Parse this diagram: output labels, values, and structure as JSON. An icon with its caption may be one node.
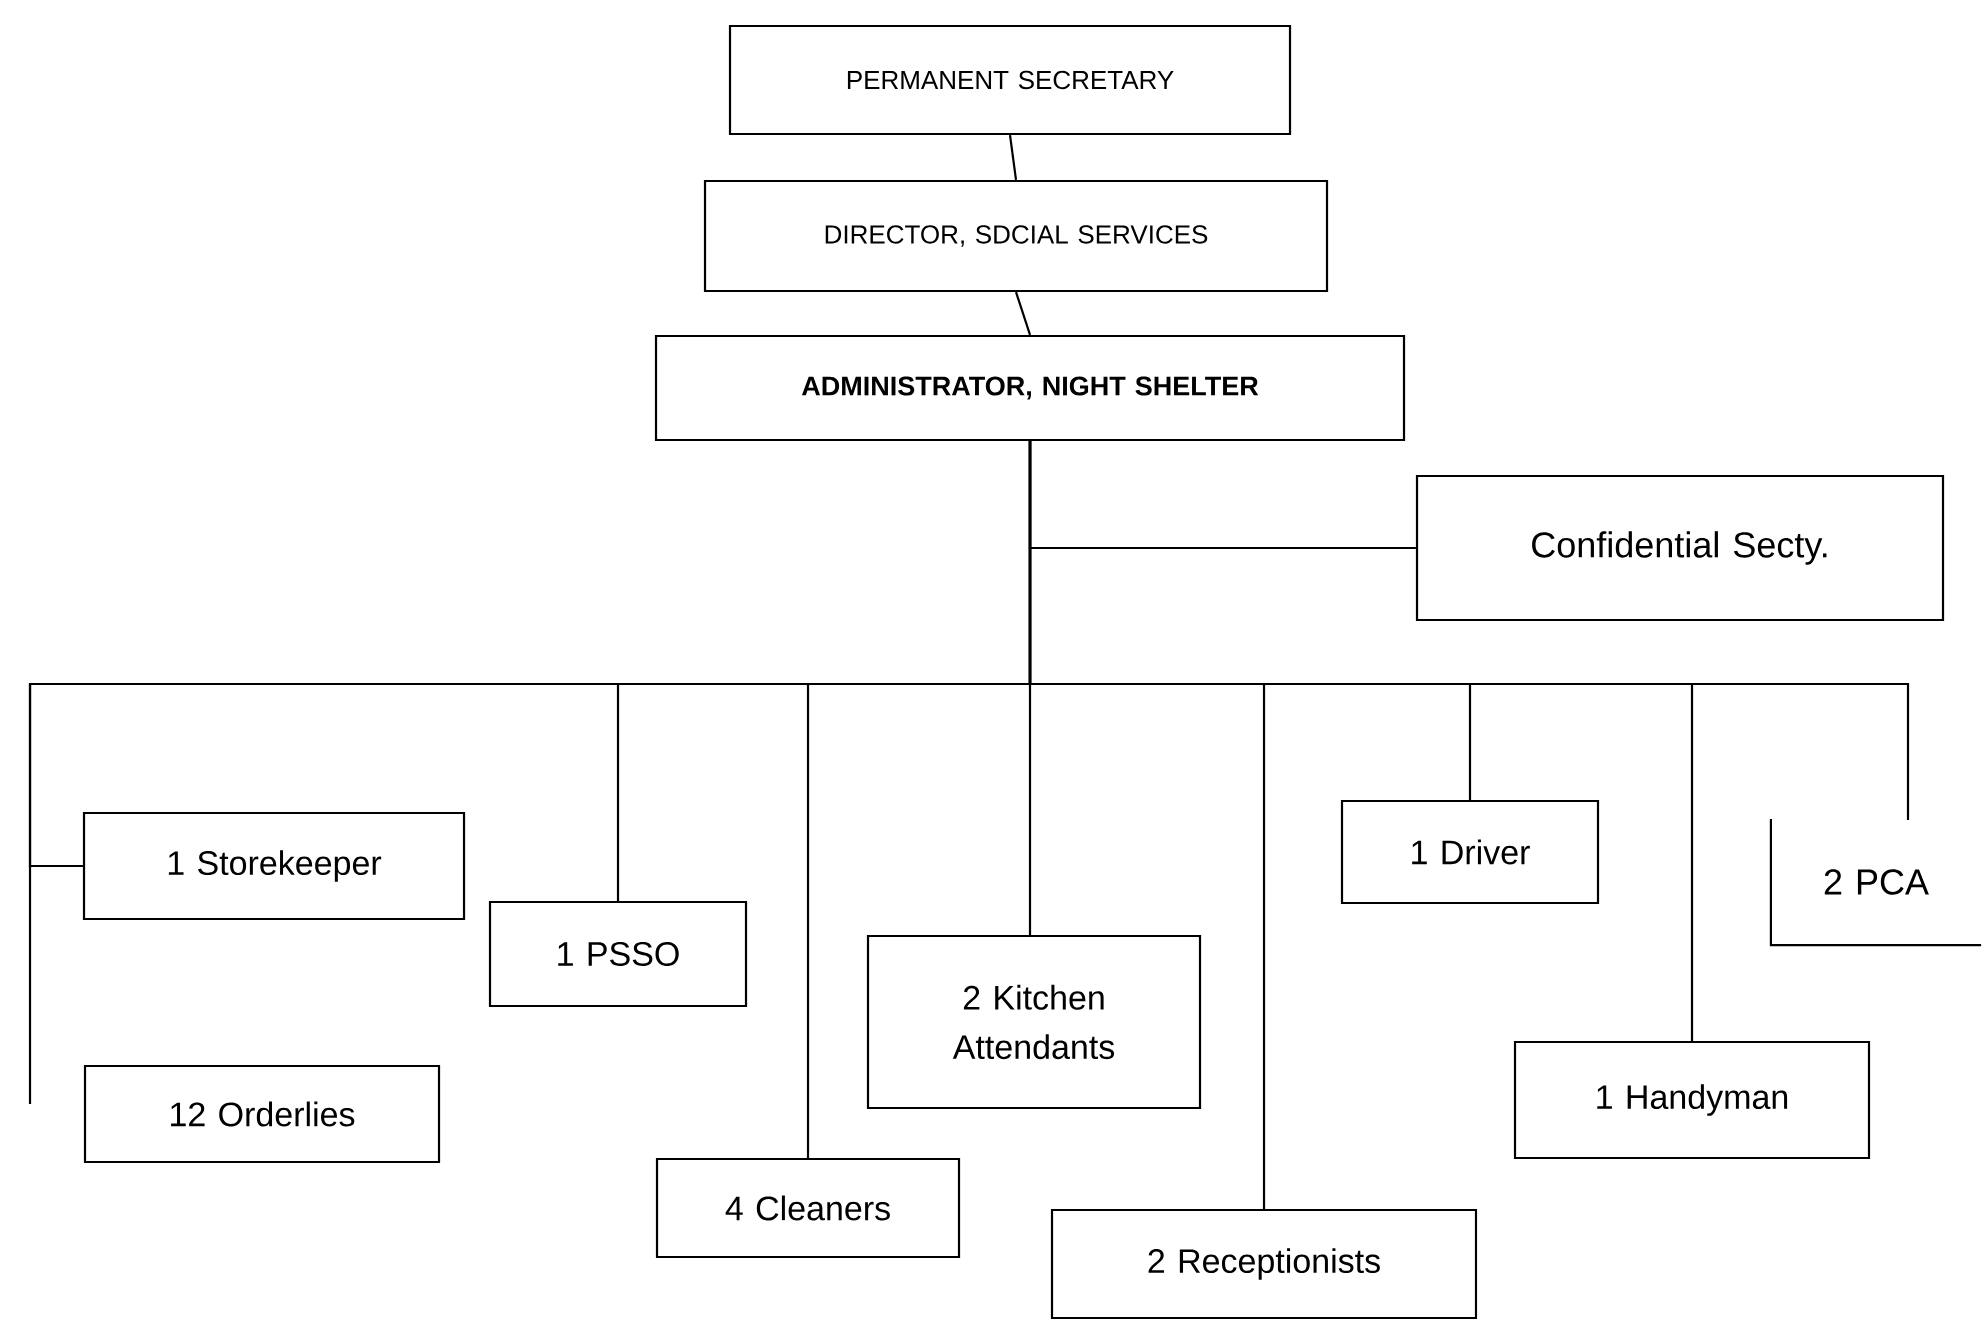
{
  "diagram": {
    "nodes": [
      {
        "text": [
          "PERMANENT SECRETARY"
        ]
      },
      {
        "text": [
          "DIRECTOR, SDCIAL SERVICES"
        ]
      },
      {
        "text": [
          "ADMINISTRATOR, NIGHT SHELTER"
        ]
      },
      {
        "text": [
          "Confidential Secty."
        ]
      },
      {
        "text": [
          "1 Storekeeper"
        ]
      },
      {
        "text": [
          "12 Orderlies"
        ]
      },
      {
        "text": [
          "1 PSSO"
        ]
      },
      {
        "text": [
          "4 Cleaners"
        ]
      },
      {
        "text": [
          "2 Kitchen Attendants"
        ]
      },
      {
        "text": [
          "2 Receptionists"
        ]
      },
      {
        "text": [
          "1 Driver"
        ]
      },
      {
        "text": [
          "1 Handyman"
        ]
      },
      {
        "text": [
          "2 PCA"
        ]
      }
    ],
    "edges": [
      {
        "from": 0,
        "to": 1,
        "arrow": "none"
      },
      {
        "from": 1,
        "to": 2,
        "arrow": "none"
      },
      {
        "from": 2,
        "to": 3,
        "arrow": "none"
      },
      {
        "from": 2,
        "to": 4,
        "arrow": "none"
      },
      {
        "from": 2,
        "to": 6,
        "arrow": "none"
      },
      {
        "from": 2,
        "to": 7,
        "arrow": "none"
      },
      {
        "from": 2,
        "to": 8,
        "arrow": "none"
      },
      {
        "from": 2,
        "to": 9,
        "arrow": "none"
      },
      {
        "from": 2,
        "to": 10,
        "arrow": "none"
      },
      {
        "from": 2,
        "to": 11,
        "arrow": "none"
      },
      {
        "from": 2,
        "to": 12,
        "arrow": "none"
      }
    ]
  }
}
